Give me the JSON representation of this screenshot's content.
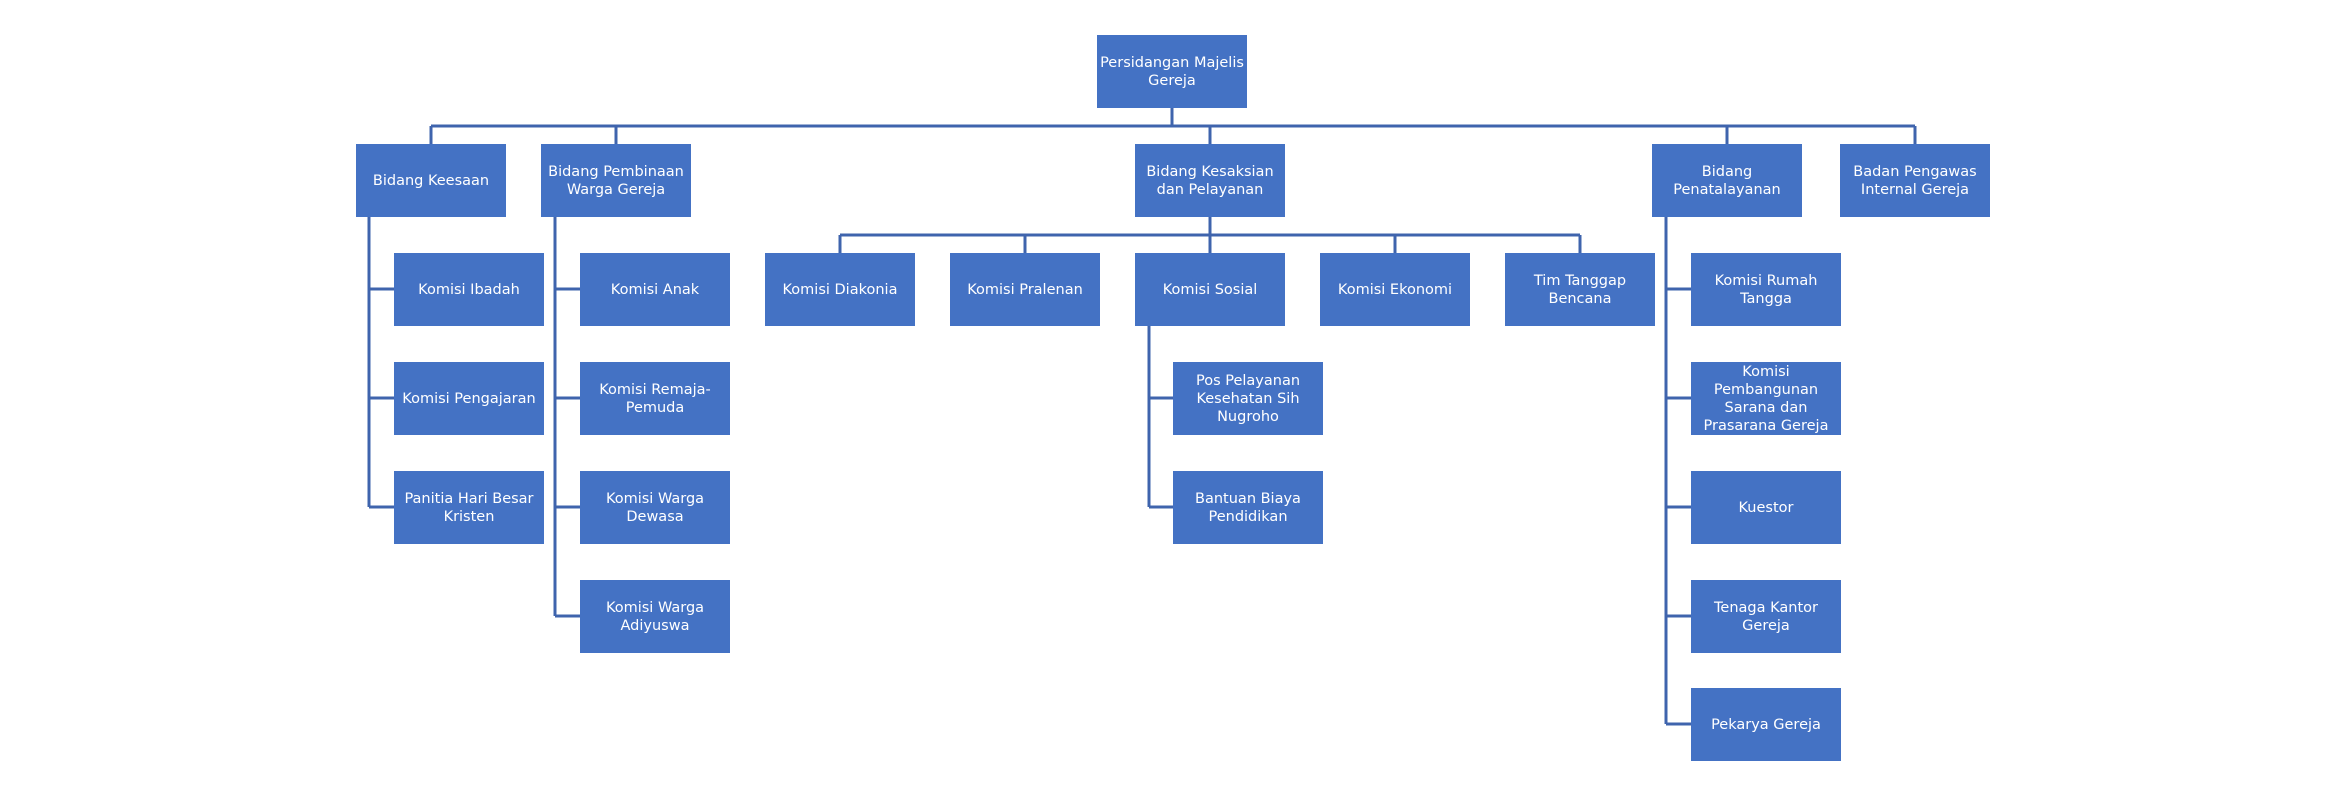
{
  "org_chart": {
    "root": "Persidangan Majelis Gereja",
    "bidang_keesaan": {
      "label": "Bidang Keesaan",
      "children": [
        "Komisi Ibadah",
        "Komisi Pengajaran",
        "Panitia Hari Besar Kristen"
      ]
    },
    "bidang_pembinaan": {
      "label": "Bidang Pembinaan Warga Gereja",
      "children": [
        "Komisi Anak",
        "Komisi Remaja-Pemuda",
        "Komisi Warga Dewasa",
        "Komisi Warga Adiyuswa"
      ]
    },
    "bidang_kesaksian": {
      "label": "Bidang Kesaksian dan Pelayanan",
      "children": [
        "Komisi Diakonia",
        "Komisi Pralenan",
        "Komisi Sosial",
        "Komisi Ekonomi",
        "Tim Tanggap Bencana"
      ],
      "sosial_children": [
        "Pos Pelayanan Kesehatan Sih Nugroho",
        "Bantuan Biaya Pendidikan"
      ]
    },
    "bidang_penatalayanan": {
      "label": "Bidang Penatalayanan",
      "children": [
        "Komisi Rumah Tangga",
        "Komisi Pembangunan Sarana dan Prasarana Gereja",
        "Kuestor",
        "Tenaga Kantor Gereja",
        "Pekarya Gereja"
      ]
    },
    "badan_pengawas": "Badan Pengawas Internal Gereja"
  }
}
